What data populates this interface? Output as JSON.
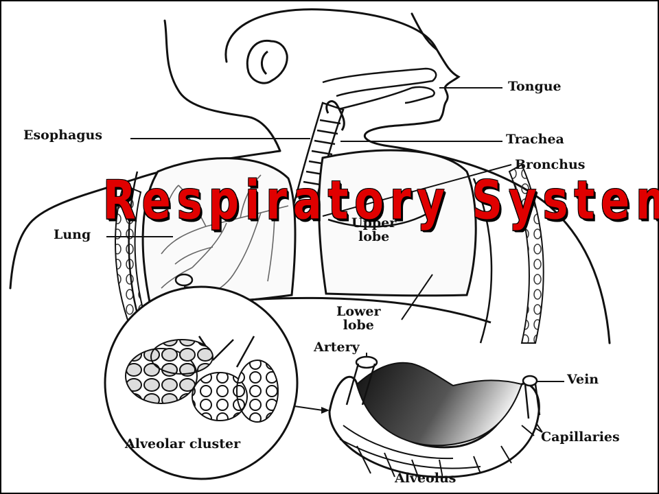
{
  "title": "Respiratory System",
  "labels": {
    "tongue": "Tongue",
    "esophagus": "Esophagus",
    "trachea": "Trachea",
    "bronchus": "Bronchus",
    "upper_lobe": "Upper\nlobe",
    "lung": "Lung",
    "lower_lobe": "Lower\nlobe",
    "artery": "Artery",
    "vein": "Vein",
    "capillaries": "Capillaries",
    "alveolar_cluster": "Alveolar cluster",
    "alveolus": "Alveolus"
  },
  "colors": {
    "title_fill": "#e00000",
    "title_outline": "#000000",
    "ink": "#111111"
  }
}
